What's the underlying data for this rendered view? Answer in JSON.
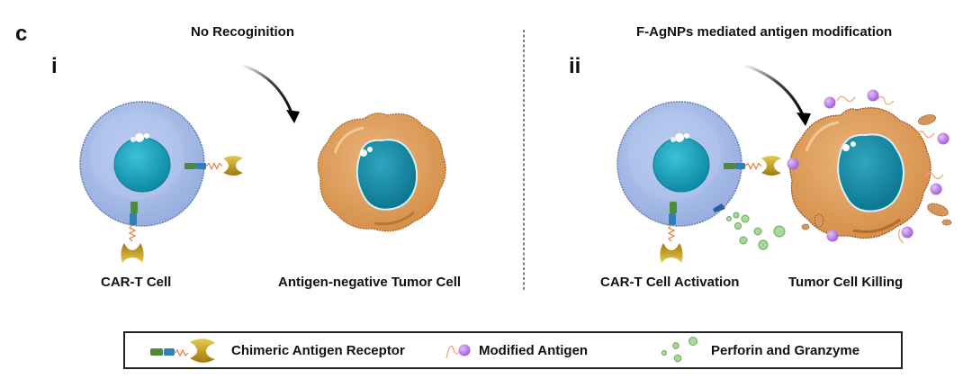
{
  "figure": {
    "panel_label": "c",
    "left_panel": {
      "sub_label": "i",
      "title": "No Recoginition",
      "captions": [
        "CAR-T Cell",
        "Antigen-negative Tumor Cell"
      ]
    },
    "right_panel": {
      "sub_label": "ii",
      "title": "F-AgNPs mediated antigen modification",
      "captions": [
        "CAR-T Cell Activation",
        "Tumor Cell Killing"
      ]
    }
  },
  "legend": {
    "items": [
      {
        "label": "Chimeric Antigen Receptor",
        "icon": "car-receptor-icon"
      },
      {
        "label": "Modified Antigen",
        "icon": "modified-antigen-icon"
      },
      {
        "label": "Perforin and Granzyme",
        "icon": "perforin-granzyme-icon"
      }
    ]
  },
  "colors": {
    "tcell_body": "#a8bde8",
    "tcell_edge": "#7f95c8",
    "nucleus": "#1b9fb8",
    "nucleus_dark": "#0e7f98",
    "tumor_body": "#e0a060",
    "tumor_edge": "#b87436",
    "receptor_gold": "#c9a227",
    "receptor_green": "#4e8a3a",
    "receptor_blue": "#2f7fb8",
    "linker_orange": "#e57a3a",
    "antigen_purple": "#b678e0",
    "granule_green": "#8cc97a"
  }
}
